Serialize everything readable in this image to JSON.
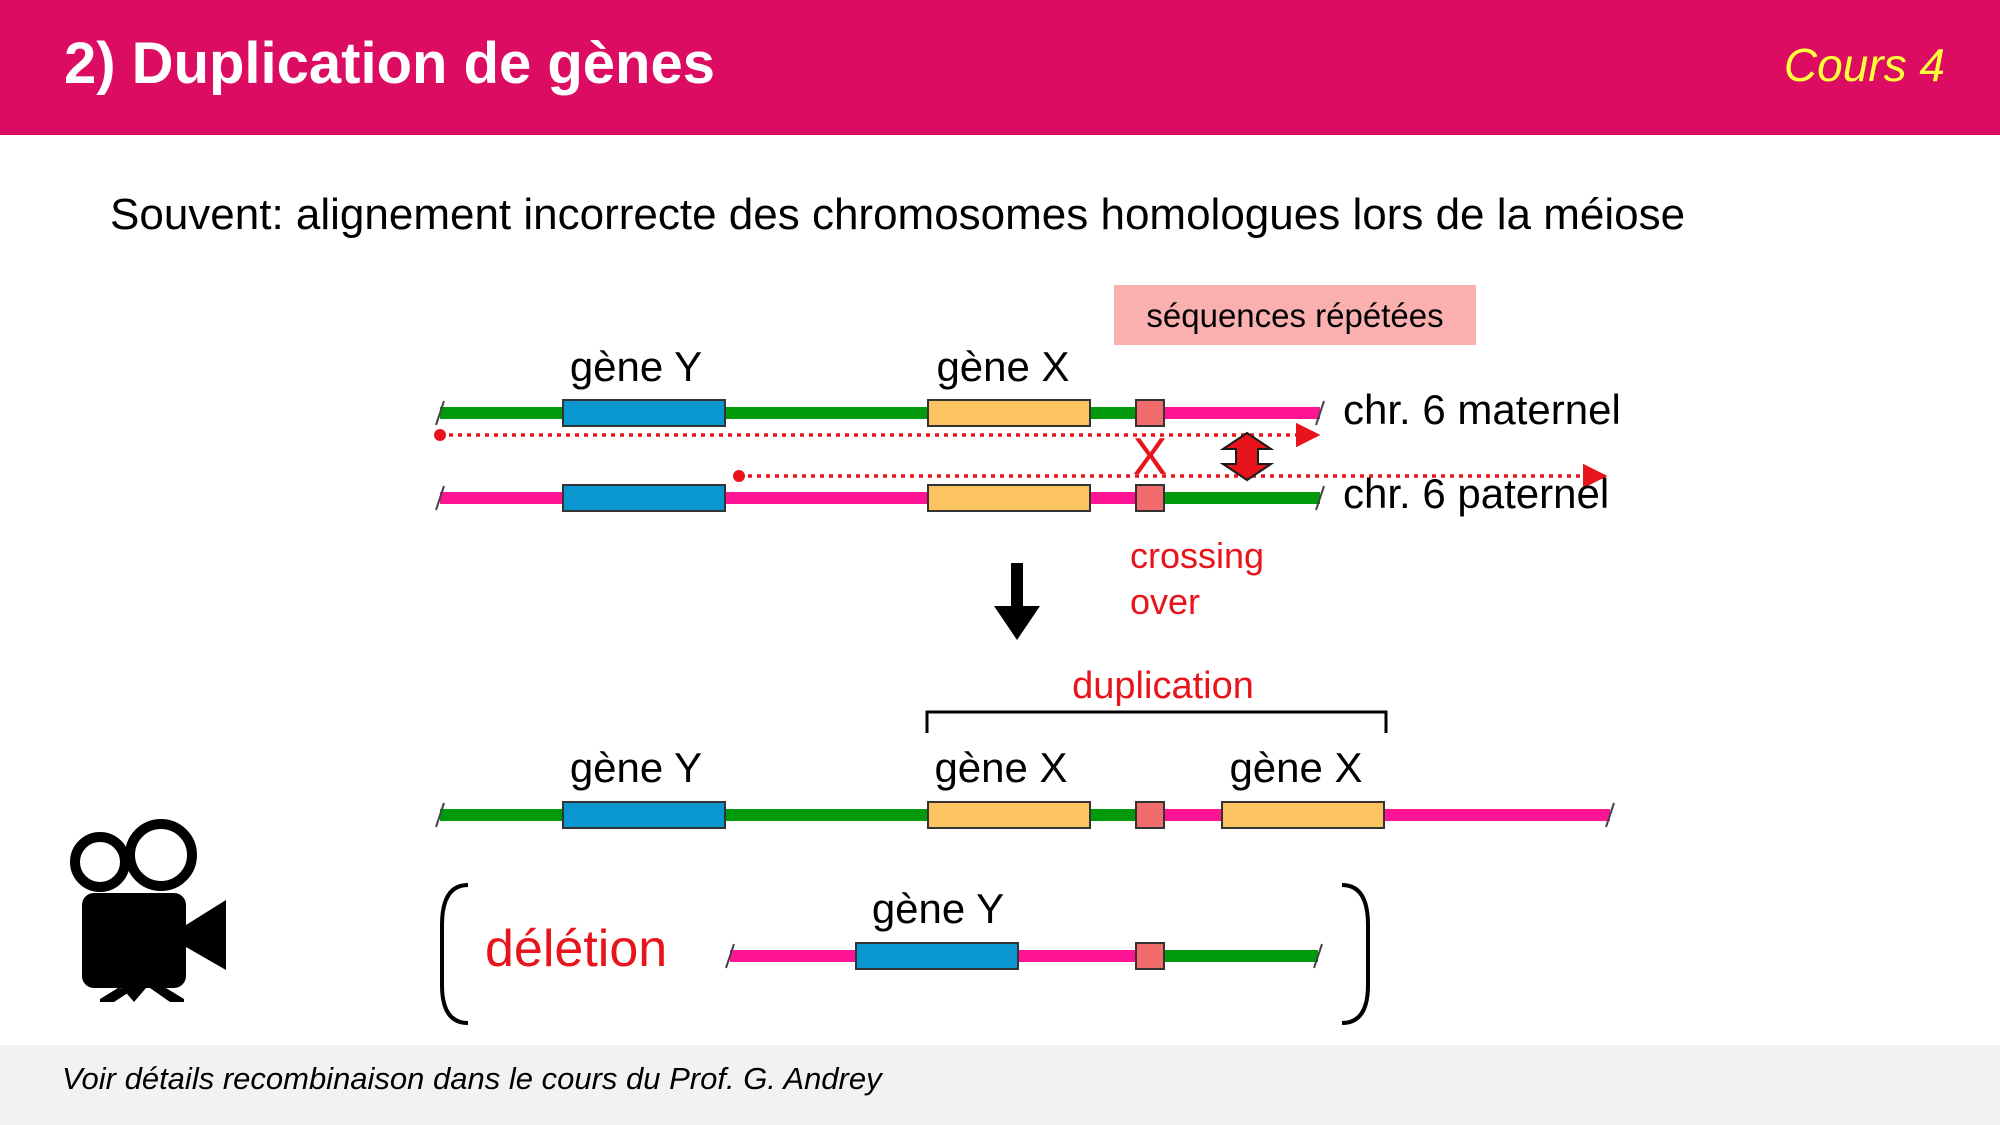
{
  "header": {
    "title": "2) Duplication de gènes",
    "course": "Cours 4"
  },
  "subtitle": "Souvent: alignement incorrecte des chromosomes homologues lors de la méiose",
  "diagram": {
    "repeated_label": "séquences répétées",
    "gene_y": "gène Y",
    "gene_x": "gène X",
    "chr_maternal": "chr. 6 maternel",
    "chr_paternal": "chr. 6 paternel",
    "cross_mark": "X",
    "crossing_line1": "crossing",
    "crossing_line2": "over",
    "duplication": "duplication",
    "deletion": "délétion"
  },
  "colors": {
    "header": "#dc0c63",
    "maternal": "#009a0c",
    "paternal": "#ff1493",
    "gene_y": "#0a97d0",
    "gene_x": "#fbc460",
    "repeat": "#f16c6c",
    "red": "#e8141b"
  },
  "icons": {
    "video": "movie-camera-icon"
  },
  "footer": {
    "note": "Voir détails recombinaison dans le cours du Prof. G. Andrey"
  }
}
